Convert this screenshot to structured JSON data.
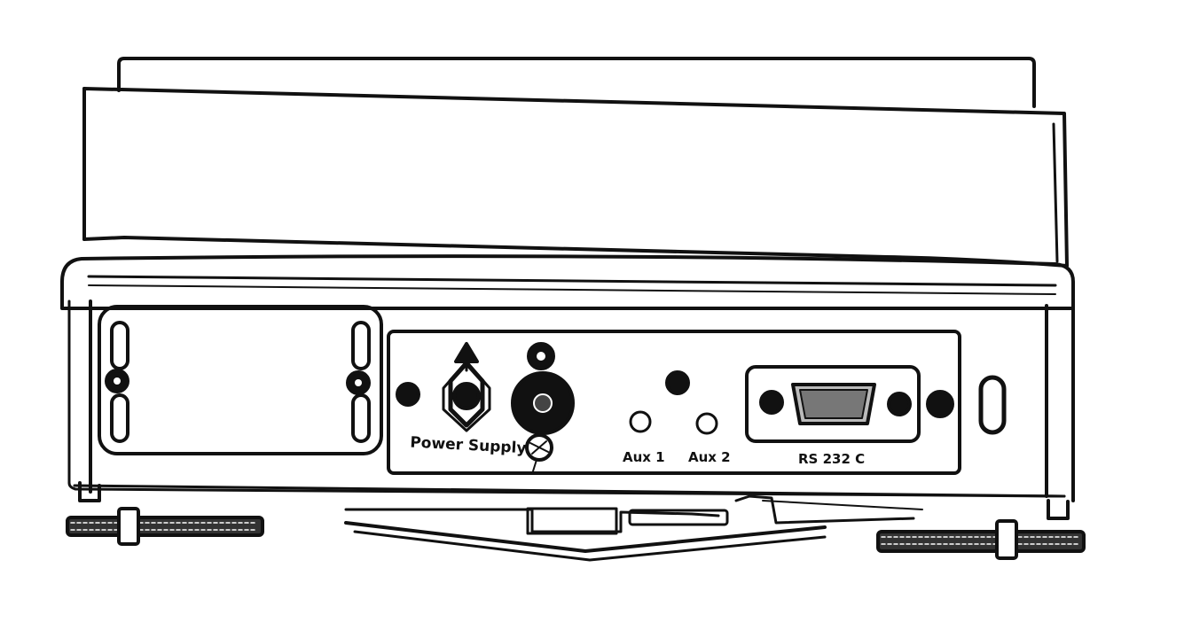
{
  "diagram": {
    "ink_color": "#111111",
    "background_color": "#ffffff",
    "labels": {
      "power_supply": "Power Supply",
      "aux1": "Aux 1",
      "aux2": "Aux 2",
      "serial_port": "RS 232 C"
    },
    "icons": {
      "power_jack": "hex-nut-icon",
      "warning": "triangle-arrow-icon",
      "socket": "round-socket-icon",
      "ground": "ground-screw-icon",
      "connector": "db9-connector-icon"
    }
  }
}
